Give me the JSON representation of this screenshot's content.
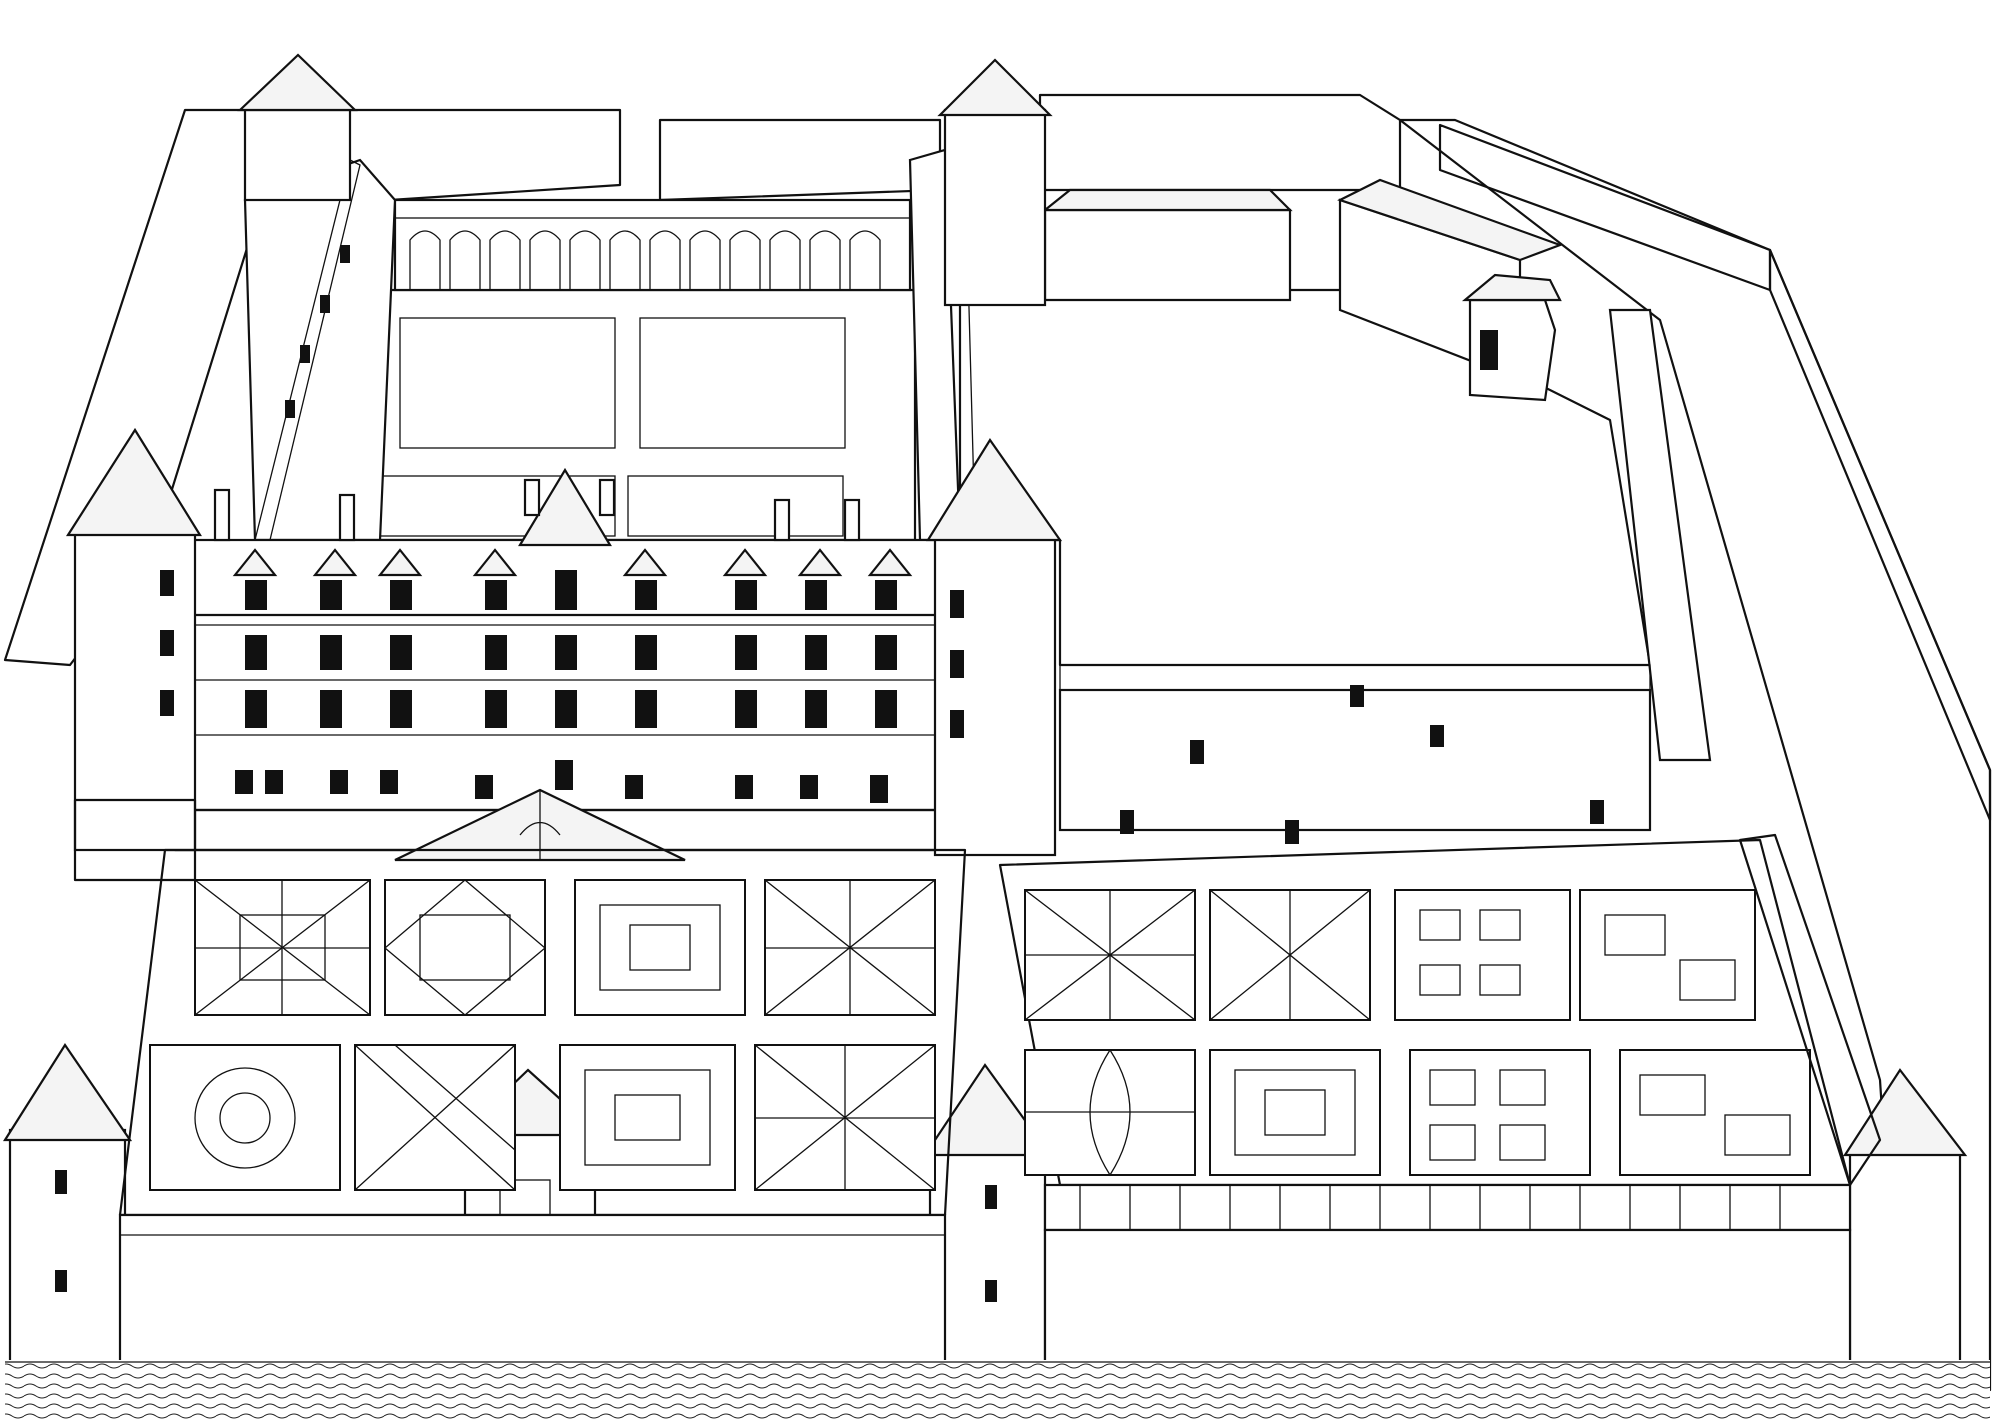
{
  "image": {
    "style": "monochrome line engraving",
    "subject_elements": [
      "chateau-main-wing",
      "corner-towers",
      "inner-courtyard",
      "perimeter-walls",
      "parterre-gardens",
      "outbuildings",
      "moat-water"
    ],
    "colors": {
      "ink": "#111111",
      "paper": "#ffffff"
    }
  }
}
